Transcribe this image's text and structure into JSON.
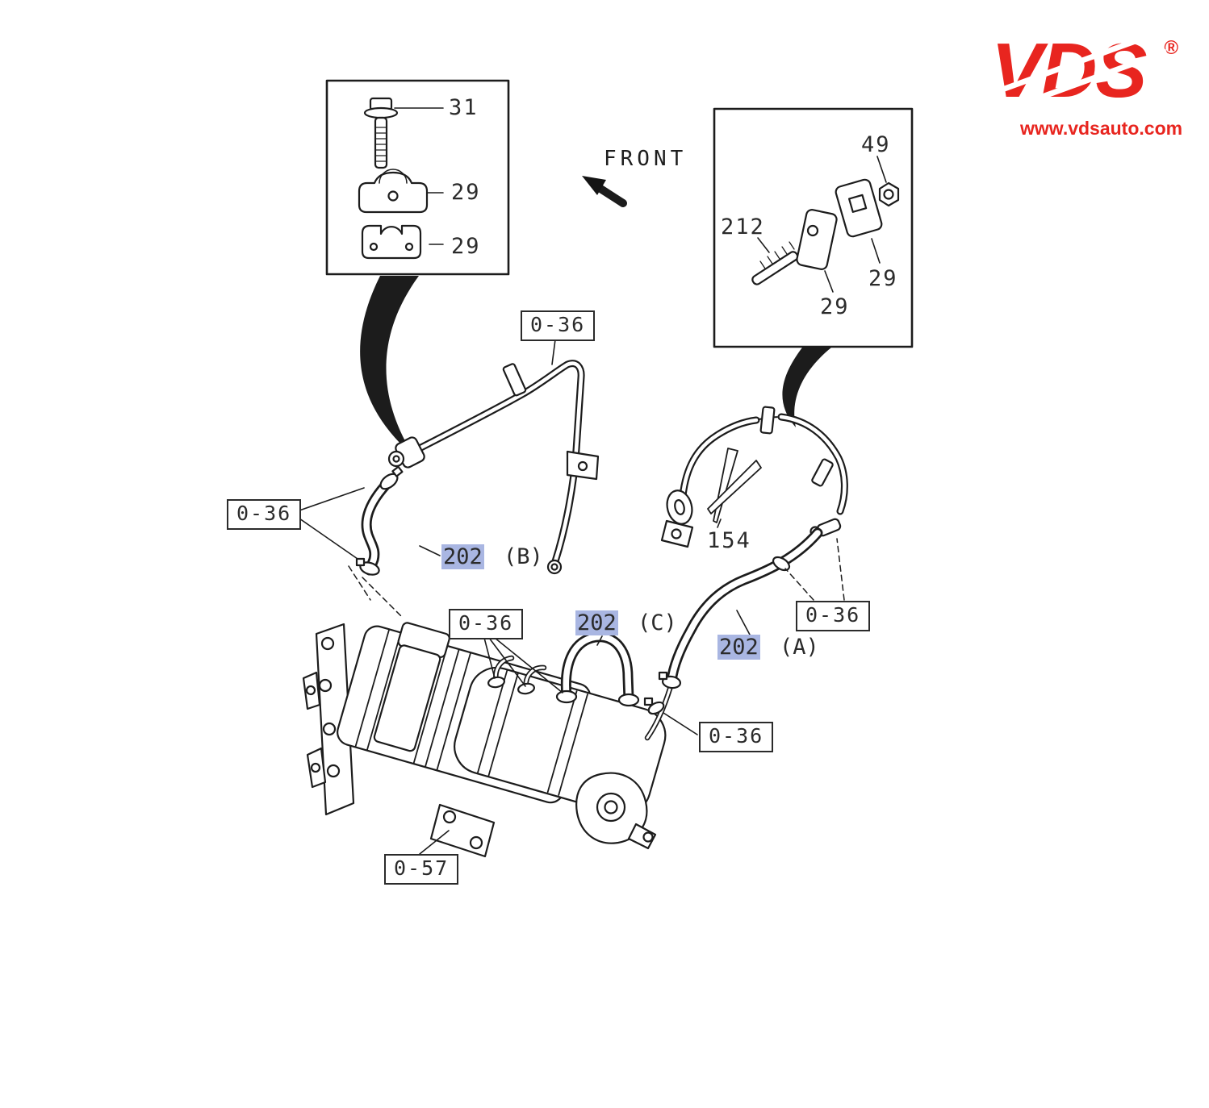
{
  "brand": {
    "logo_text": "VDS",
    "registered_mark": "®",
    "website": "www.vdsauto.com"
  },
  "orientation": {
    "front_label": "FRONT"
  },
  "inset_left": {
    "bolt": "31",
    "clamp_upper": "29",
    "clamp_lower": "29"
  },
  "inset_right": {
    "nut": "49",
    "stud": "212",
    "clamp_block_a": "29",
    "clamp_block_b": "29"
  },
  "refs": {
    "top_pipe": "0-36",
    "hose_b": "0-36",
    "hose_c": "0-36",
    "hose_a": "0-36",
    "lower_clamp": "0-36",
    "egr_cooler": "0-57"
  },
  "parts": {
    "cable_tie": "154",
    "hose_a": {
      "number": "202",
      "suffix": "(A)"
    },
    "hose_b": {
      "number": "202",
      "suffix": "(B)"
    },
    "hose_c": {
      "number": "202",
      "suffix": "(C)"
    }
  },
  "colors": {
    "brand_red": "#e8251f",
    "part_highlight": "#a9b6e2",
    "line_art": "#1c1c1c"
  }
}
